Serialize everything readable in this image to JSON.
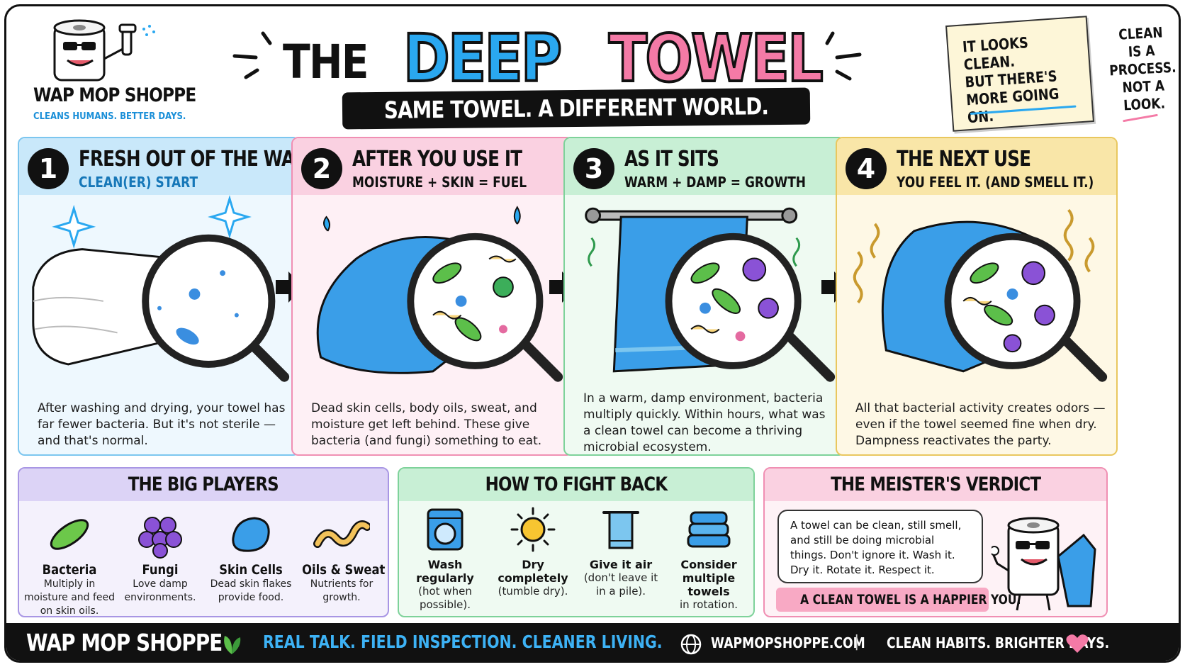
{
  "brand": {
    "name": "WAP MOP SHOPPE",
    "tagline": "CLEANS HUMANS. BETTER DAYS."
  },
  "headline": {
    "part1": "THE",
    "part2": "DEEP",
    "part3": "TOWEL",
    "subtitle": "SAME TOWEL. A DIFFERENT WORLD."
  },
  "note": {
    "text": "IT LOOKS\nCLEAN.\nBUT THERE'S\nMORE GOING ON."
  },
  "side_note": {
    "text": "CLEAN\nIS A\nPROCESS.\nNOT A\nLOOK."
  },
  "steps": [
    {
      "number": "1",
      "title": "FRESH OUT OF THE WASH",
      "subtitle": "CLEAN(ER) START",
      "description": "After washing and drying, your towel has far fewer bacteria. But it's not sterile — and that's normal."
    },
    {
      "number": "2",
      "title": "AFTER YOU USE IT",
      "subtitle": "MOISTURE + SKIN = FUEL",
      "description": "Dead skin cells, body oils, sweat, and moisture get left behind. These give bacteria (and fungi) something to eat."
    },
    {
      "number": "3",
      "title": "AS IT SITS",
      "subtitle": "WARM + DAMP = GROWTH",
      "description": "In a warm, damp environment, bacteria multiply quickly. Within hours, what was a clean towel can become a thriving microbial ecosystem."
    },
    {
      "number": "4",
      "title": "THE NEXT USE",
      "subtitle": "YOU FEEL IT. (AND SMELL IT.)",
      "description": "All that bacterial activity creates odors — even if the towel seemed fine when dry. Dampness reactivates the party."
    }
  ],
  "players": {
    "heading": "THE BIG PLAYERS",
    "items": [
      {
        "title": "Bacteria",
        "desc": "Multiply in moisture and feed on skin oils."
      },
      {
        "title": "Fungi",
        "desc": "Love damp environments."
      },
      {
        "title": "Skin Cells",
        "desc": "Dead skin flakes provide food."
      },
      {
        "title": "Oils & Sweat",
        "desc": "Nutrients for growth."
      }
    ]
  },
  "fight": {
    "heading": "HOW TO FIGHT BACK",
    "items": [
      {
        "title": "Wash regularly",
        "desc": "(hot when possible)."
      },
      {
        "title": "Dry completely",
        "desc": "(tumble dry)."
      },
      {
        "title": "Give it air",
        "desc": "(don't leave it in a pile)."
      },
      {
        "title": "Consider multiple towels",
        "desc": "in rotation."
      }
    ]
  },
  "verdict": {
    "heading": "THE MEISTER'S VERDICT",
    "quote": "A towel can be clean, still smell, and still be doing microbial things. Don't ignore it. Wash it. Dry it. Rotate it. Respect it.",
    "banner": "A CLEAN TOWEL IS A HAPPIER YOU."
  },
  "footer": {
    "brand": "WAP MOP SHOPPE",
    "tagline": "REAL TALK. FIELD INSPECTION. CLEANER LIVING.",
    "url": "WAPMOPSHOPPE.COM",
    "separator": "|",
    "slogan": "CLEAN HABITS. BRIGHTER DAYS."
  },
  "colors": {
    "blue": "#2aa8f0",
    "pink": "#f47aa6",
    "step1_bg": "#e3f3fd",
    "step2_bg": "#fde6ef",
    "step3_bg": "#e3f7ea",
    "step4_bg": "#fdf3d6",
    "players_bg": "#efebfb",
    "fight_bg": "#e6f7ec",
    "verdict_bg": "#fdeaf1"
  },
  "icons": [
    "toilet-paper-mascot-icon",
    "spray-bottle-icon",
    "sparkle-icon",
    "water-drop-icon",
    "magnifier-icon",
    "towel-icon",
    "towel-rack-icon",
    "odor-waves-icon",
    "bacteria-icon",
    "fungi-icon",
    "skin-cell-icon",
    "oil-squiggle-icon",
    "washing-machine-icon",
    "sun-icon",
    "hanging-towel-icon",
    "folded-towels-icon",
    "leaf-icon",
    "globe-icon",
    "heart-icon"
  ]
}
